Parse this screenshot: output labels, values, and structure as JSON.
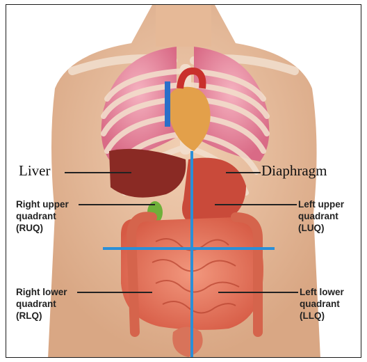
{
  "labels": {
    "liver": "Liver",
    "diaphragm": "Diaphragm",
    "ruq": [
      "Right upper",
      "quadrant",
      "(RUQ)"
    ],
    "luq": [
      "Left upper",
      "quadrant",
      "(LUQ)"
    ],
    "rlq": [
      "Right lower",
      "quadrant",
      "(RLQ)"
    ],
    "llq": [
      "Left lower",
      "quadrant",
      "(LLQ)"
    ]
  },
  "colors": {
    "skin": "#e8bfa0",
    "lung": "#e98aa0",
    "liver": "#8a2a24",
    "stomach": "#c94a3a",
    "intestine": "#e8735a",
    "heart": "#e3a04a",
    "quadrant_line": "#2a8fd8",
    "gallbladder": "#6fb03a"
  }
}
